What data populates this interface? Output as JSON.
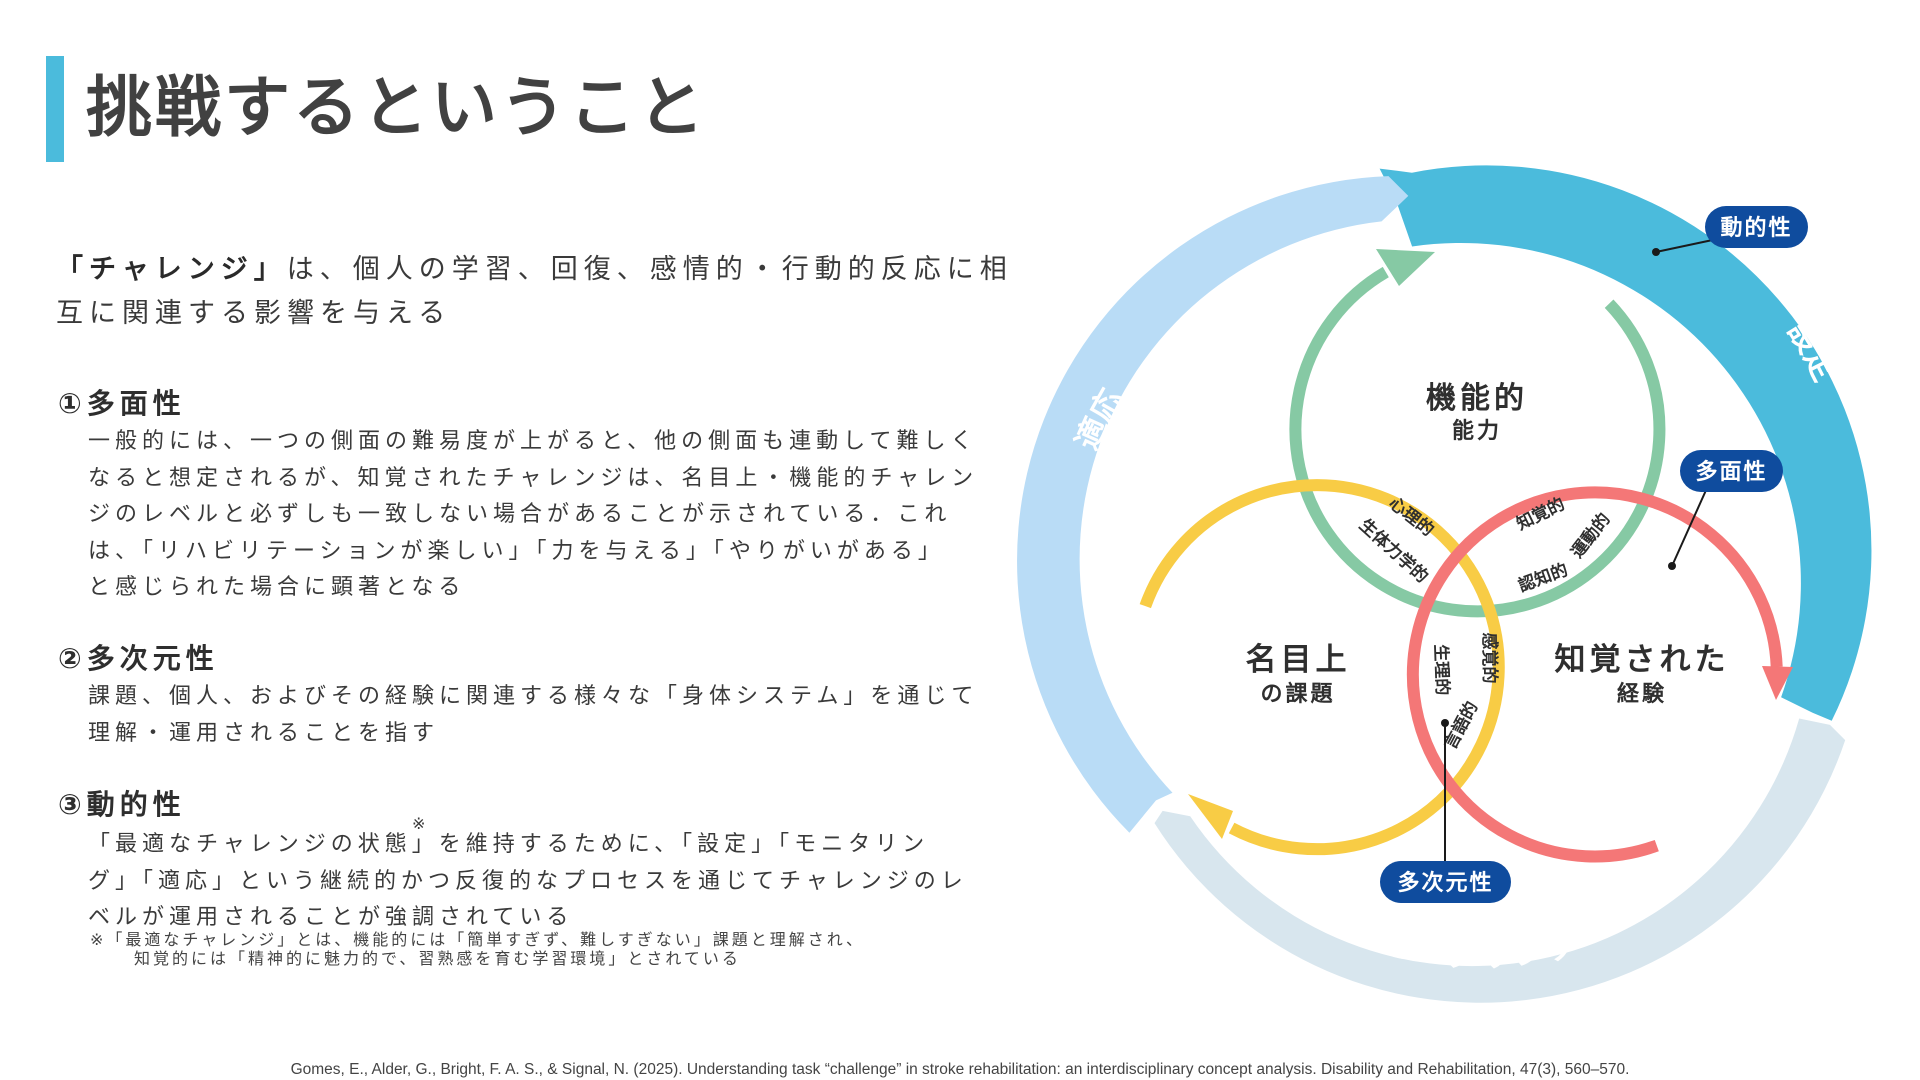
{
  "header": {
    "title": "挑戦するということ"
  },
  "intro": {
    "emphasis": "「チャレンジ」",
    "text": "は、個人の学習、回復、感情的・行動的反応に相互に関連する影響を与える"
  },
  "sections": [
    {
      "heading": "①多面性",
      "body": [
        "一般的には、一つの側面の難易度が上がると、他の側面も連動して難しく",
        "なると想定されるが、知覚されたチャレンジは、名目上・機能的チャレン",
        "ジのレベルと必ずしも一致しない場合があることが示されている．これ",
        "は、「リハビリテーションが楽しい」「力を与える」「やりがいがある」",
        "と感じられた場合に顕著となる"
      ]
    },
    {
      "heading": "②多次元性",
      "body": [
        "課題、個人、およびその経験に関連する様々な「身体システム」を通じて",
        "理解・運用されることを指す"
      ]
    },
    {
      "heading": "③動的性",
      "body": [
        "「最適なチャレンジの状態」を維持するために、「設定」「モニタリン",
        "グ」「適応」という継続的かつ反復的なプロセスを通じてチャレンジのレ",
        "ベルが運用されることが強調されている"
      ]
    }
  ],
  "footnote": {
    "mark": "※",
    "line1": "※「最適なチャレンジ」とは、機能的には「簡単すぎず、難しすぎない」課題と理解され、",
    "line2": "知覚的には「精神的に魅力的で、習熟感を育む学習環境」とされている"
  },
  "citation": "Gomes, E., Alder, G., Bright, F. A. S., & Signal, N. (2025). Understanding task “challenge” in stroke rehabilitation: an interdisciplinary concept analysis. Disability and Rehabilitation, 47(3), 560–570.",
  "diagram": {
    "outer_cycle": {
      "setting": "設定",
      "monitoring": "モニタリング",
      "adaptation": "適応"
    },
    "circles": {
      "functional": {
        "title": "機能的",
        "sub": "能力"
      },
      "nominal": {
        "title": "名目上",
        "sub": "の課題"
      },
      "perceived": {
        "title": "知覚された",
        "sub": "経験"
      }
    },
    "overlap_labels": {
      "psychological": "心理的",
      "biomech": "生体力学的",
      "perceptual": "知覚的",
      "motor": "運動的",
      "cognitive": "認知的",
      "physiological": "生理的",
      "sensory": "感覚的",
      "language": "言語的"
    },
    "callouts": {
      "dynamic": "動的性",
      "multifaceted": "多面性",
      "multidimensional": "多次元性"
    },
    "colors": {
      "setting": "#4bbbdc",
      "adaptation": "#b9dcf6",
      "monitoring": "#d8e6ee",
      "green": "#86c9a4",
      "yellow": "#f8cc45",
      "red": "#f47777",
      "pill": "#0f4c9e"
    }
  }
}
